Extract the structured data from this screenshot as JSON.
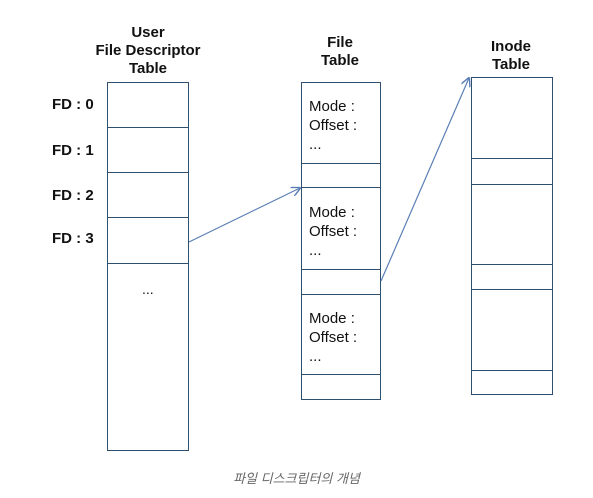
{
  "fd_table": {
    "title_lines": [
      "User",
      "File Descriptor",
      "Table"
    ],
    "rows": [
      "FD : 0",
      "FD : 1",
      "FD : 2",
      "FD : 3"
    ],
    "ellipsis": "..."
  },
  "file_table": {
    "title_lines": [
      "File",
      "Table"
    ],
    "entries": [
      {
        "mode": "Mode :",
        "offset": "Offset :",
        "more": "..."
      },
      {
        "mode": "Mode :",
        "offset": "Offset :",
        "more": "..."
      },
      {
        "mode": "Mode :",
        "offset": "Offset :",
        "more": "..."
      }
    ]
  },
  "inode_table": {
    "title_lines": [
      "Inode",
      "Table"
    ]
  },
  "caption": "파일 디스크립터의 개념",
  "colors": {
    "border": "#2f4f6f",
    "arrow": "#5b7fb5",
    "caption": "#666666"
  }
}
